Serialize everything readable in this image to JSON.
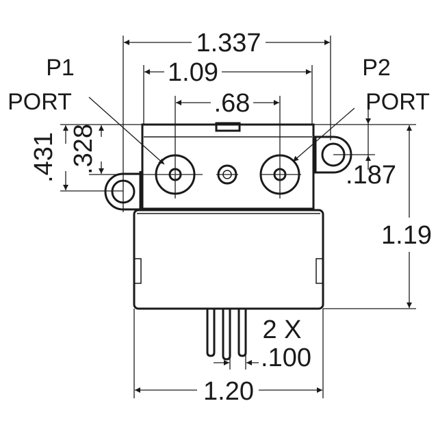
{
  "labels": {
    "p1": "P1",
    "p2": "P2",
    "port_left": "PORT",
    "port_right": "PORT"
  },
  "dimensions": {
    "overall_width": "1.337",
    "mount_span": "1.09",
    "port_spacing": ".68",
    "height_431": ".431",
    "height_328": ".328",
    "ear_offset": ".187",
    "body_height": "1.19",
    "pin_count": "2 X",
    "pin_pitch": ".100",
    "body_width": "1.20"
  }
}
